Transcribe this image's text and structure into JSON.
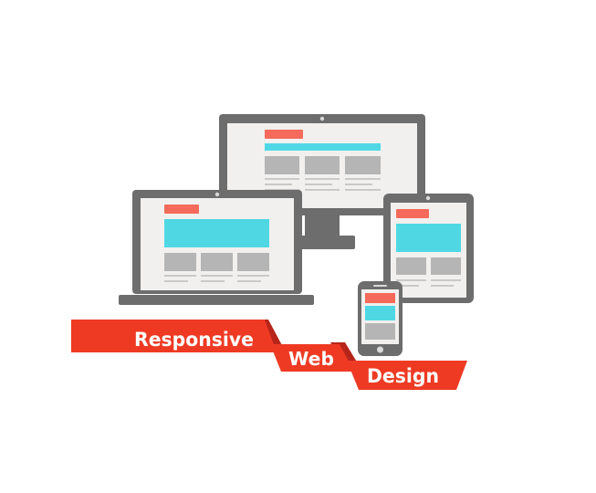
{
  "colors": {
    "device_frame": "#6d6d6d",
    "screen_bg": "#f1f0ee",
    "accent_coral": "#f56a5a",
    "accent_cyan": "#4fd8e4",
    "placeholder_gray": "#b5b5b5",
    "line_gray": "#c9c9c9",
    "ribbon_red": "#ee3a23",
    "ribbon_dark": "#b7251a",
    "ribbon_text": "#ffffff"
  },
  "devices": [
    "desktop-monitor",
    "laptop",
    "tablet",
    "smartphone"
  ],
  "banner": {
    "word1": "Responsive",
    "word2": "Web",
    "word3": "Design"
  }
}
